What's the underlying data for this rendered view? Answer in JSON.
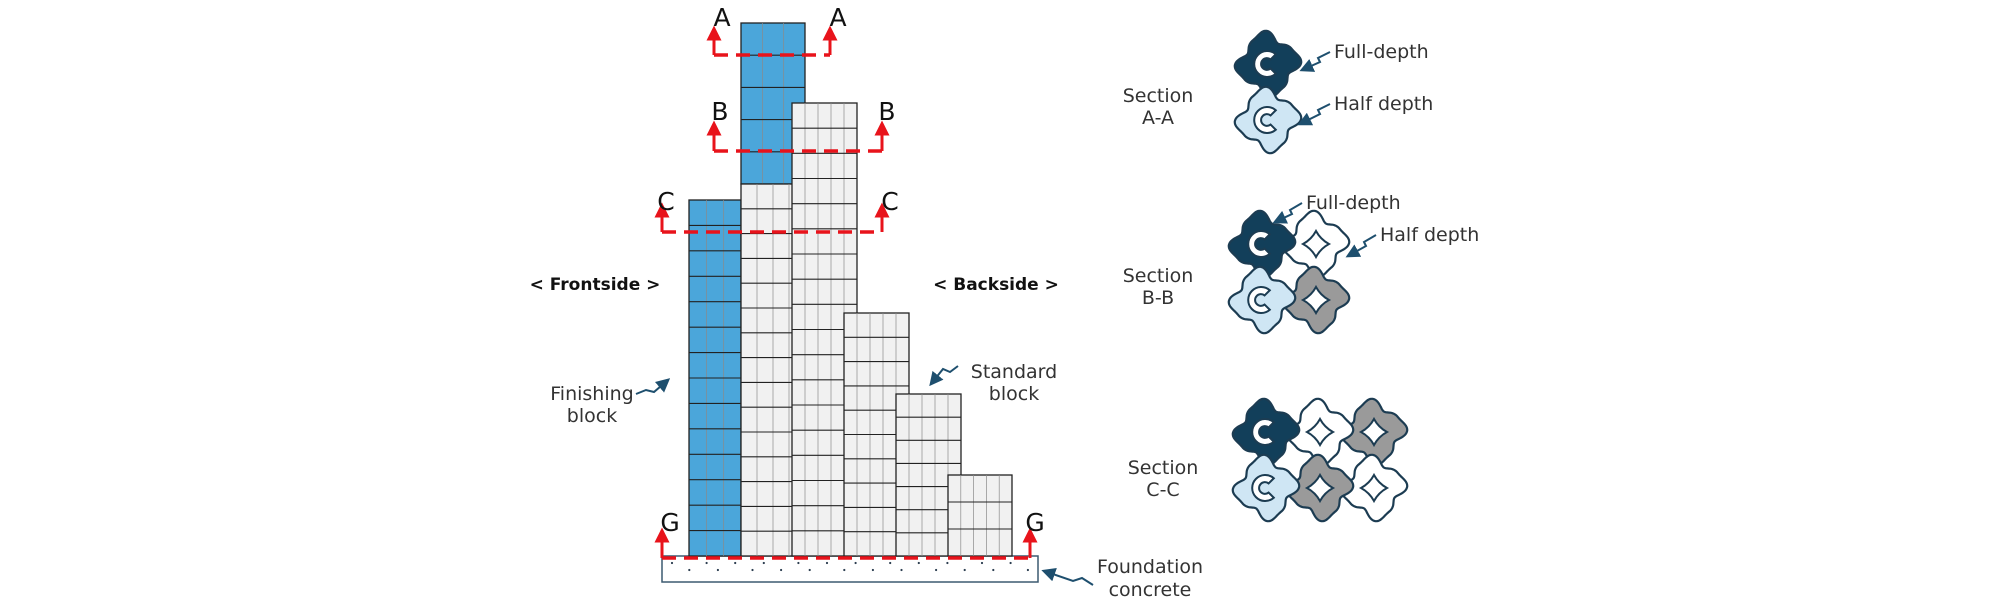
{
  "colors": {
    "finishing": "#4ba6da",
    "standard": "#f1f1f1",
    "outline": "#222222",
    "section_line": "#e8131b",
    "dark_block": "#123f5a",
    "light_block": "#cfe6f4",
    "gray_block": "#9a9a9a",
    "white_block": "#ffffff",
    "leader": "#1e4f6e",
    "foundation_dots": "#2c3e50"
  },
  "elevation": {
    "section_cuts": [
      {
        "id": "A",
        "left": "A",
        "right": "A"
      },
      {
        "id": "B",
        "left": "B",
        "right": "B"
      },
      {
        "id": "C",
        "left": "C",
        "right": "C"
      },
      {
        "id": "G",
        "left": "G",
        "right": "G"
      }
    ],
    "frontside_label": "< Frontside >",
    "backside_label": "< Backside >",
    "finishing_label": [
      "Finishing",
      "block"
    ],
    "standard_label": [
      "Standard",
      "block"
    ],
    "foundation_label": [
      "Foundation",
      "concrete"
    ]
  },
  "sections": [
    {
      "title": [
        "Section",
        "A-A"
      ],
      "callouts": [
        "Full-depth",
        "Half depth"
      ]
    },
    {
      "title": [
        "Section",
        "B-B"
      ],
      "callouts": [
        "Full-depth",
        "Half depth"
      ]
    },
    {
      "title": [
        "Section",
        "C-C"
      ],
      "callouts": []
    }
  ]
}
